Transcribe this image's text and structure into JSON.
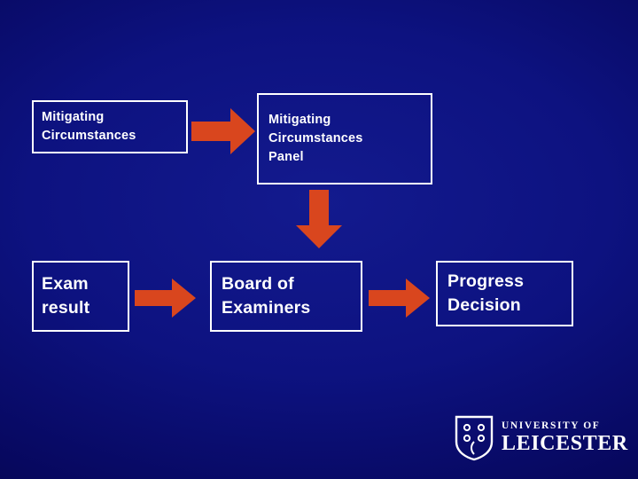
{
  "slide": {
    "background_color": "#0d1280",
    "accent_color": "#d9461e",
    "text_color": "#ffffff"
  },
  "boxes": [
    {
      "id": "mitigating-circumstances",
      "lines": [
        "Mitigating",
        "Circumstances"
      ],
      "style": "small"
    },
    {
      "id": "mitigating-circumstances-panel",
      "lines": [
        "Mitigating",
        "Circumstances",
        "Panel"
      ],
      "style": "small"
    },
    {
      "id": "exam-result",
      "lines": [
        "Exam",
        "result"
      ],
      "style": "big"
    },
    {
      "id": "board-of-examiners",
      "lines": [
        "Board of",
        "Examiners"
      ],
      "style": "big"
    },
    {
      "id": "progress-decision",
      "lines": [
        "Progress",
        "Decision"
      ],
      "style": "big"
    }
  ],
  "arrows": [
    {
      "id": "mc-to-panel",
      "direction": "right"
    },
    {
      "id": "panel-down",
      "direction": "down"
    },
    {
      "id": "exam-to-board",
      "direction": "right"
    },
    {
      "id": "board-to-progress",
      "direction": "right"
    }
  ],
  "logo": {
    "icon": "leicester-shield-icon",
    "line1": "UNIVERSITY OF",
    "line2": "LEICESTER"
  }
}
